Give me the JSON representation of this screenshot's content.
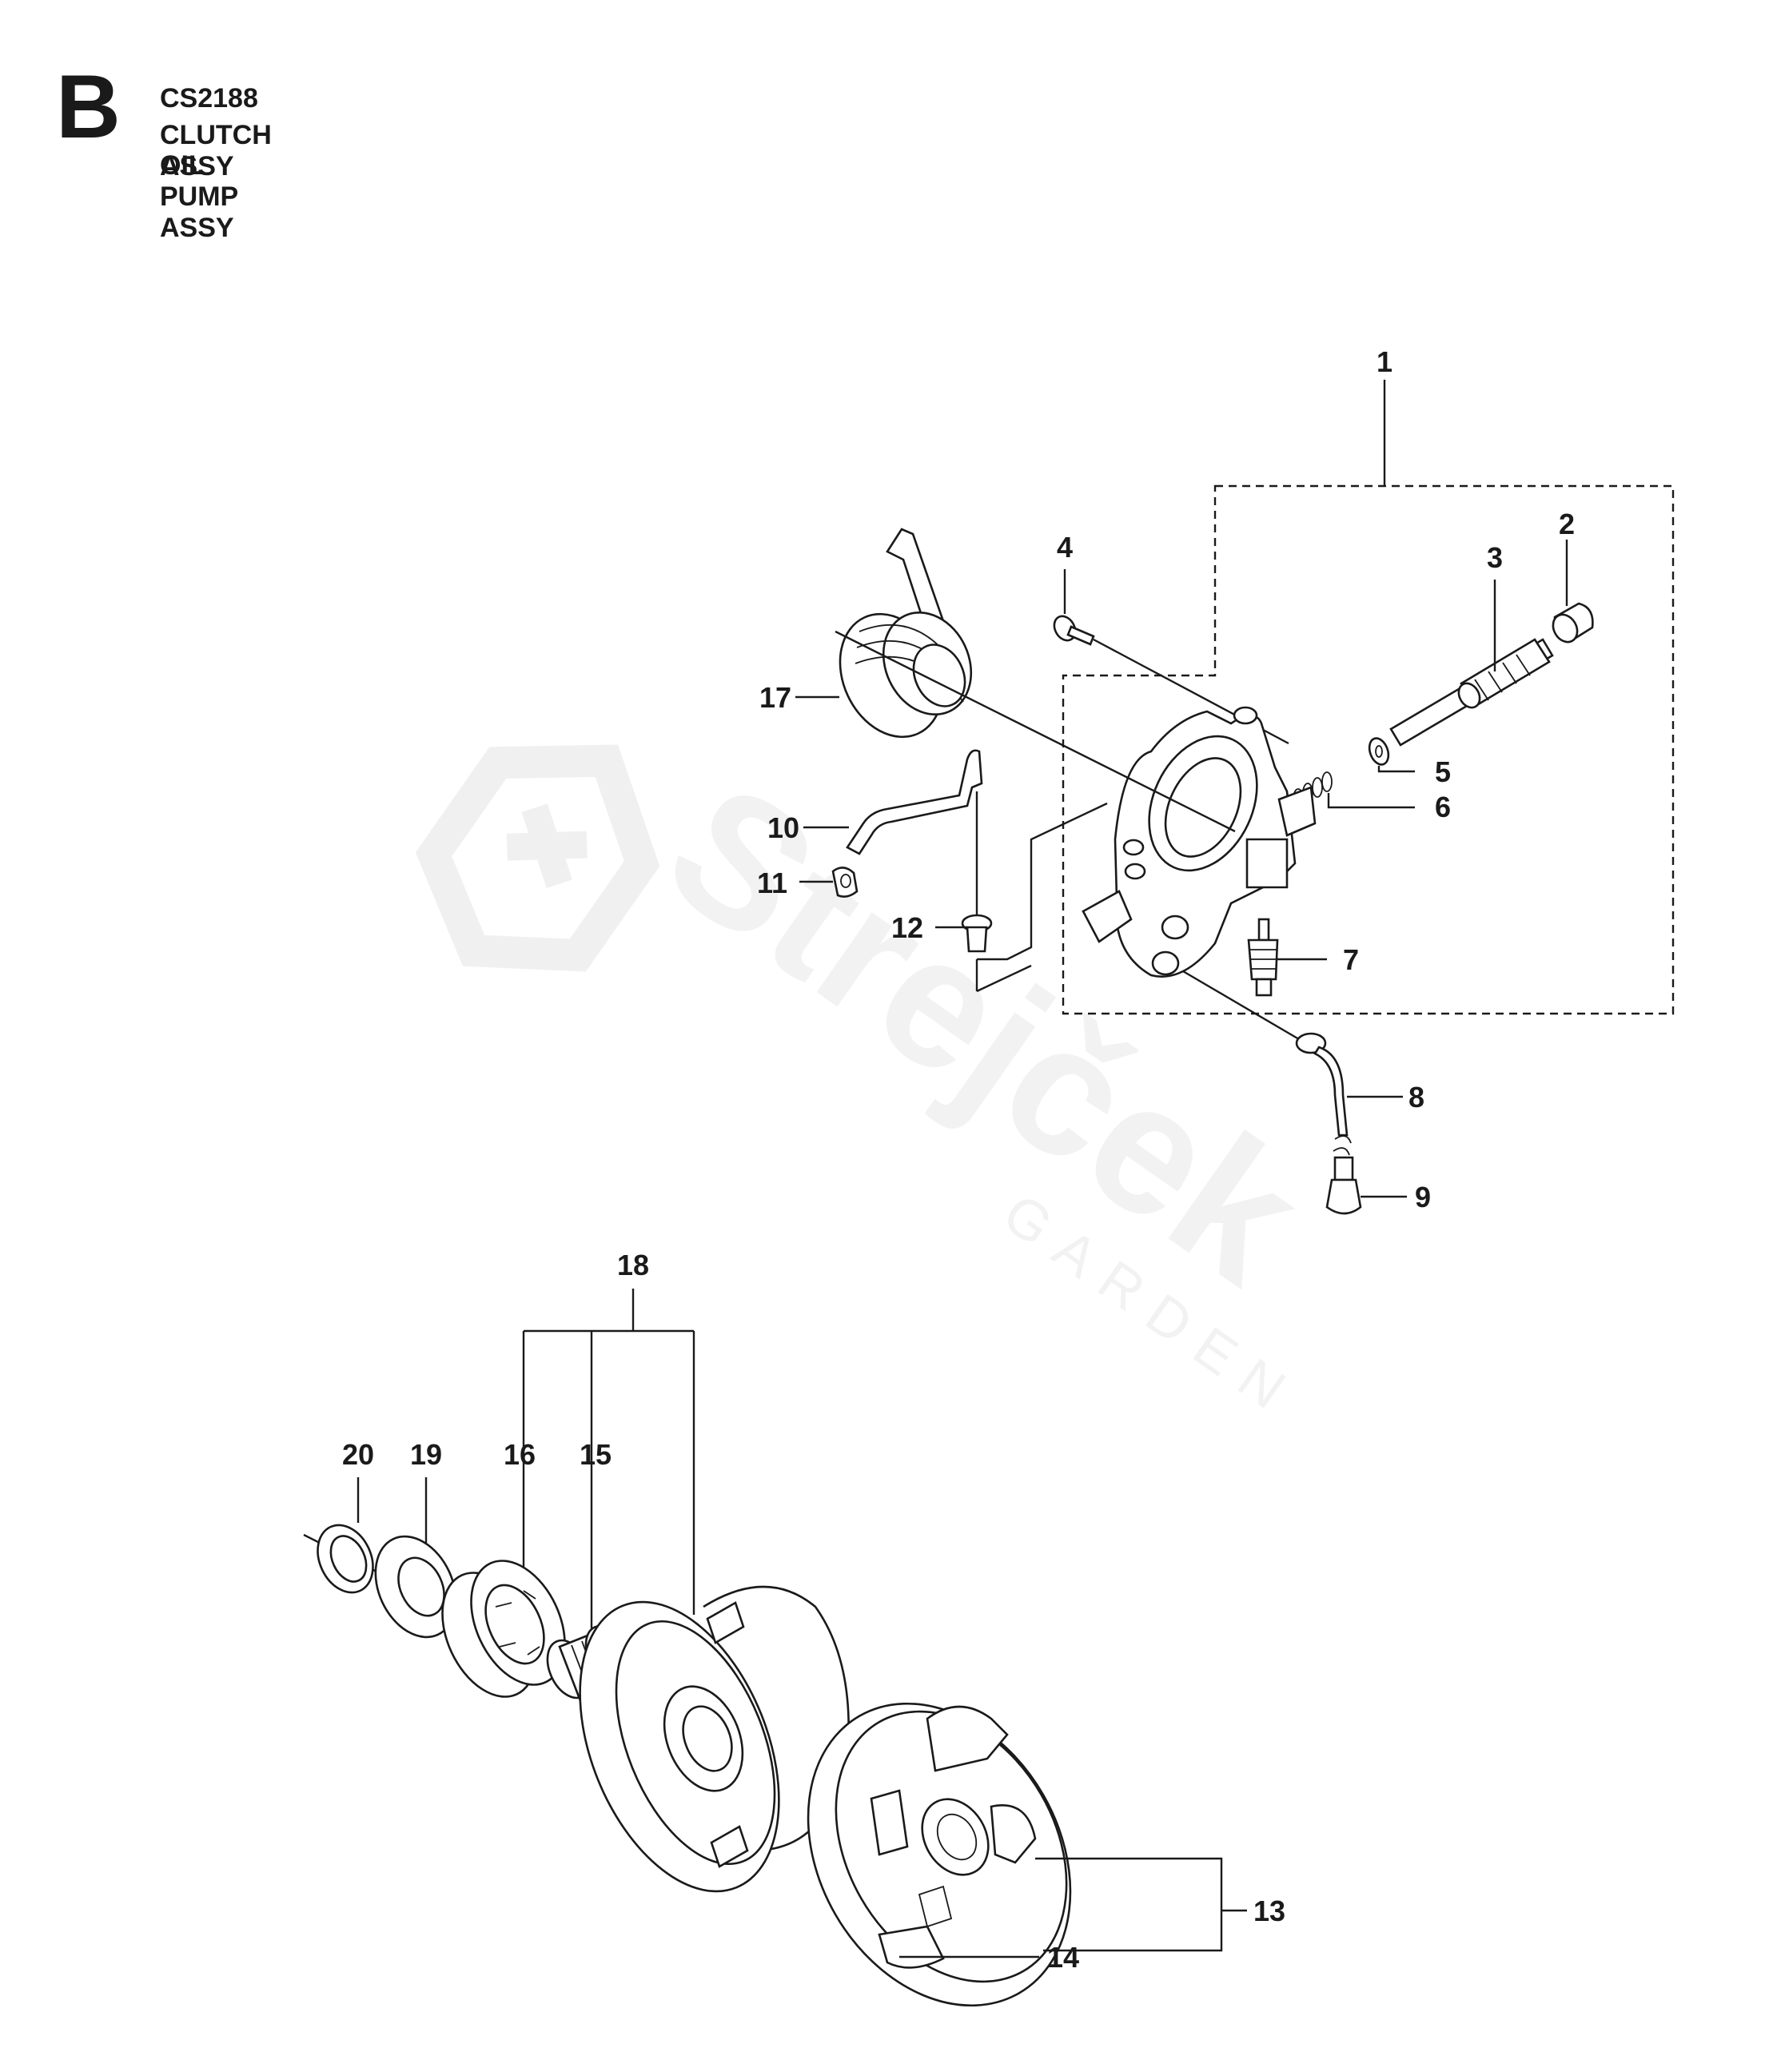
{
  "header": {
    "section_letter": "B",
    "model_code": "CS2188",
    "title_line_1": "CLUTCH ASSY",
    "title_line_2": "OIL PUMP ASSY"
  },
  "watermark": {
    "brand": "Strejček",
    "sub": "GARDEN"
  },
  "callouts": {
    "c1": "1",
    "c2": "2",
    "c3": "3",
    "c4": "4",
    "c5": "5",
    "c6": "6",
    "c7": "7",
    "c8": "8",
    "c9": "9",
    "c10": "10",
    "c11": "11",
    "c12": "12",
    "c13": "13",
    "c14": "14",
    "c15": "15",
    "c16": "16",
    "c17": "17",
    "c18": "18",
    "c19": "19",
    "c20": "20"
  }
}
